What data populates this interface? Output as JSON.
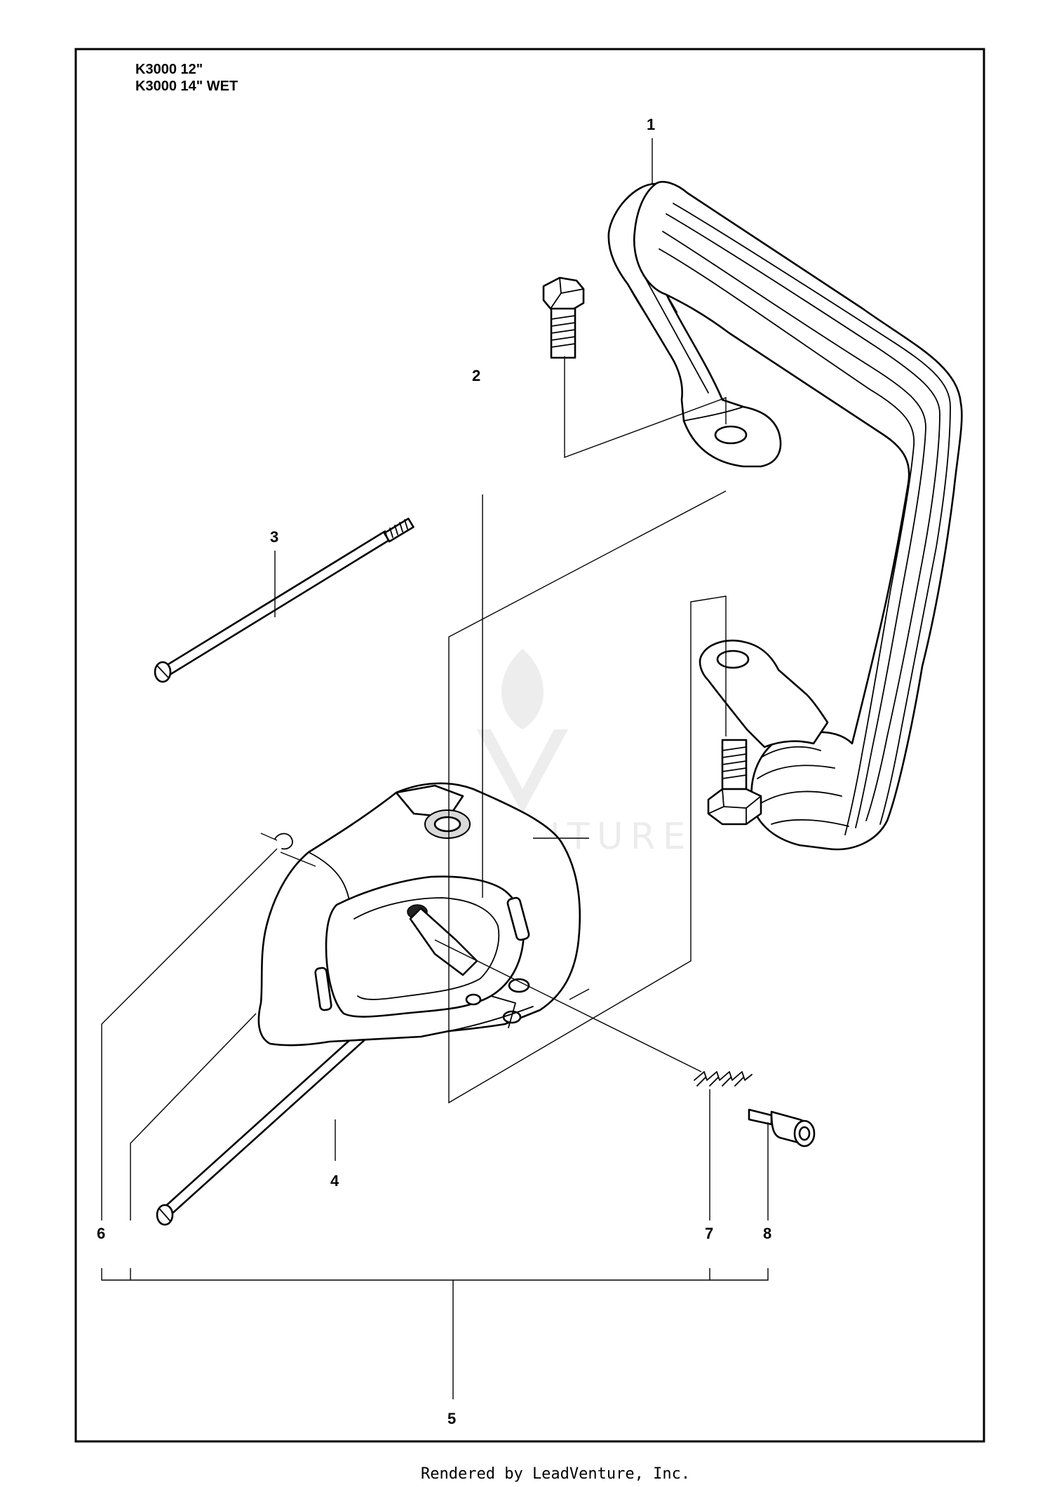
{
  "title_lines": [
    "K3000 12\"",
    "K3000 14\" WET"
  ],
  "callouts": [
    "1",
    "2",
    "3",
    "4",
    "5",
    "6",
    "7",
    "8"
  ],
  "watermark": "LEADVENTURE",
  "footer": "Rendered by LeadVenture, Inc."
}
